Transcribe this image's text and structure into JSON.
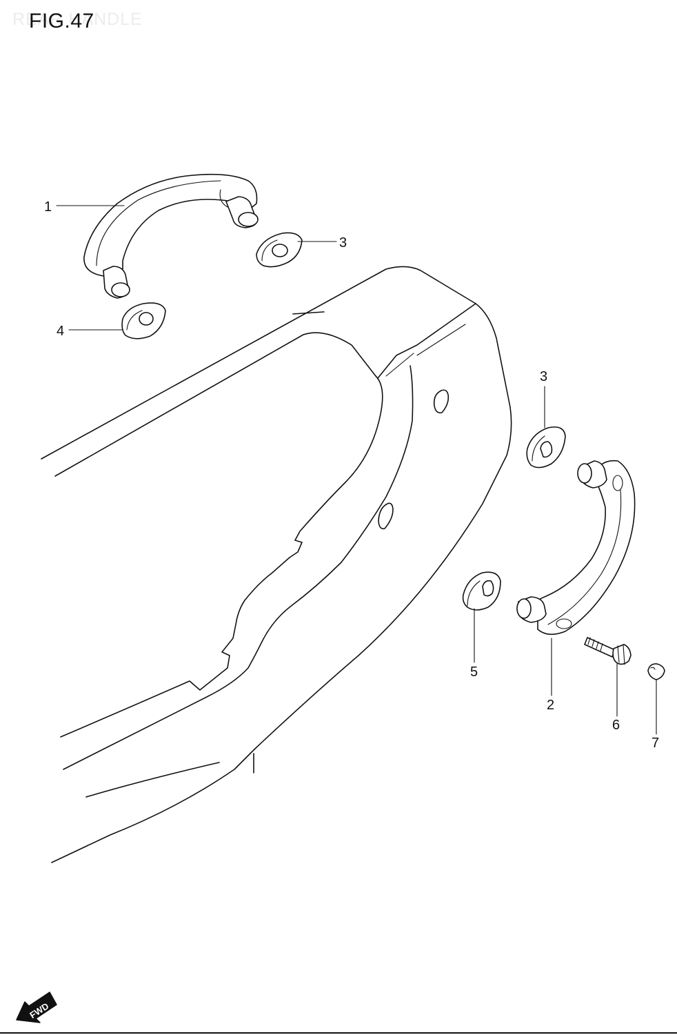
{
  "figure": {
    "title": "FIG.47",
    "ghost_caption": "REAR HANDLE"
  },
  "callouts": [
    {
      "id": "c1",
      "label": "1"
    },
    {
      "id": "c3a",
      "label": "3"
    },
    {
      "id": "c4",
      "label": "4"
    },
    {
      "id": "c3b",
      "label": "3"
    },
    {
      "id": "c5",
      "label": "5"
    },
    {
      "id": "c2",
      "label": "2"
    },
    {
      "id": "c6",
      "label": "6"
    },
    {
      "id": "c7",
      "label": "7"
    }
  ],
  "direction_marker": {
    "label": "FWD",
    "icon": "fwd-arrow-icon"
  },
  "colors": {
    "line": "#111111",
    "background": "#ffffff"
  }
}
